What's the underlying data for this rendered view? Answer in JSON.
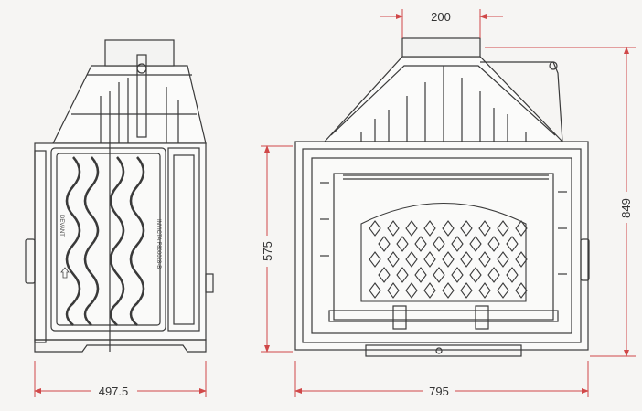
{
  "dimensions": {
    "flue_width": "200",
    "opening_height": "575",
    "total_height": "849",
    "depth": "497.5",
    "total_width": "795"
  },
  "side_view_labels": {
    "front_mark": "DEVANT",
    "model_mark": "INVICTA F800028-B"
  },
  "colors": {
    "dimension_line": "#d04848",
    "outline": "#3a3a3a",
    "background": "#f6f5f3"
  }
}
